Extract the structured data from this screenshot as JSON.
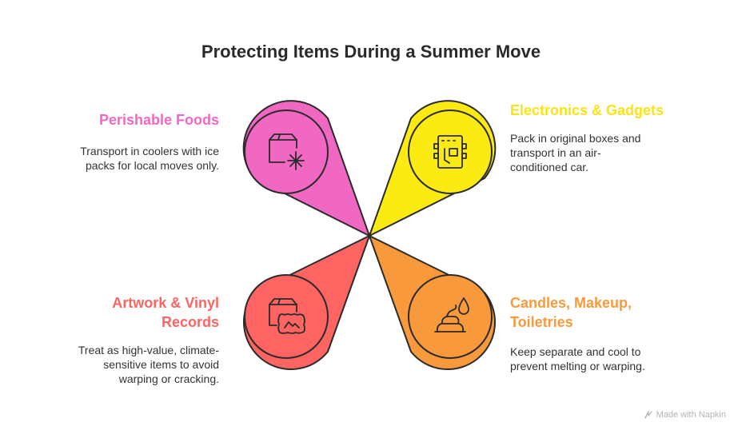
{
  "title": "Protecting Items During a Summer Move",
  "colors": {
    "pink": "#F168C3",
    "yellow": "#FCEB12",
    "red": "#FD6462",
    "orange": "#F89A3C",
    "outline": "#2b2b2b"
  },
  "items": [
    {
      "heading": "Perishable Foods",
      "desc_lines": [
        "Transport in coolers with ice",
        "packs for local moves only."
      ],
      "icon": "box-snowflake-icon"
    },
    {
      "heading": "Electronics & Gadgets",
      "desc_lines": [
        "Pack in original boxes and",
        "transport in an air-",
        "conditioned car."
      ],
      "icon": "circuit-chip-icon"
    },
    {
      "heading_lines": [
        "Artwork & Vinyl",
        "Records"
      ],
      "desc_lines": [
        "Treat as high-value, climate-",
        "sensitive items to avoid",
        "warping or cracking."
      ],
      "icon": "box-artwork-icon"
    },
    {
      "heading_lines": [
        "Candles, Makeup,",
        "Toiletries"
      ],
      "desc_lines": [
        "Keep separate and cool to",
        "prevent melting or warping."
      ],
      "icon": "candle-cream-icon"
    }
  ],
  "watermark": "Made with Napkin"
}
